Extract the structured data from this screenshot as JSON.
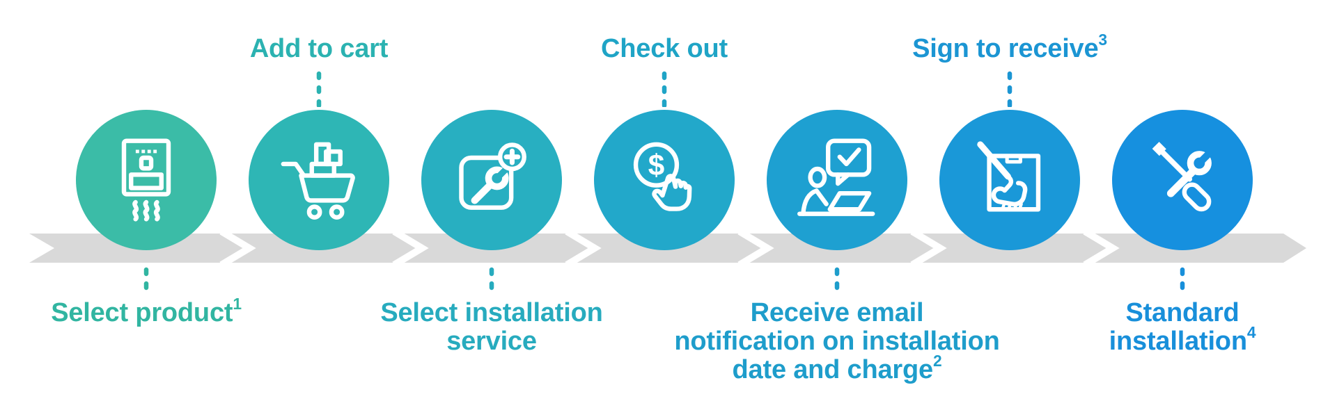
{
  "process": {
    "arrow_band_color": "#D9D9D9",
    "icon_stroke_color": "#FFFFFF",
    "steps": [
      {
        "id": "select-product",
        "label": "Select product",
        "superscript": "1",
        "label_position": "bottom",
        "icon": "water-heater-icon",
        "circle_color": "#3BBCA7",
        "label_color": "#31B5A1"
      },
      {
        "id": "add-to-cart",
        "label": "Add to cart",
        "superscript": "",
        "label_position": "top",
        "icon": "shopping-cart-icon",
        "circle_color": "#2EB6B5",
        "label_color": "#2BB2B1"
      },
      {
        "id": "select-installation-service",
        "label": "Select installation\nservice",
        "superscript": "",
        "label_position": "bottom",
        "icon": "wrench-service-icon",
        "circle_color": "#28AFC1",
        "label_color": "#27ABBE"
      },
      {
        "id": "check-out",
        "label": "Check out",
        "superscript": "",
        "label_position": "top",
        "icon": "pay-click-icon",
        "circle_color": "#22A8CA",
        "label_color": "#1FA4C6"
      },
      {
        "id": "receive-email-notification",
        "label": "Receive email\nnotification on installation\ndate and charge",
        "superscript": "2",
        "label_position": "bottom",
        "icon": "email-notification-icon",
        "circle_color": "#1EA0D1",
        "label_color": "#1E9DCB"
      },
      {
        "id": "sign-to-receive",
        "label": "Sign to receive",
        "superscript": "3",
        "label_position": "top",
        "icon": "sign-delivery-icon",
        "circle_color": "#1A98D8",
        "label_color": "#1B95D3"
      },
      {
        "id": "standard-installation",
        "label": "Standard\ninstallation",
        "superscript": "4",
        "label_position": "bottom",
        "icon": "tools-icon",
        "circle_color": "#1690DF",
        "label_color": "#188FDA"
      }
    ]
  }
}
